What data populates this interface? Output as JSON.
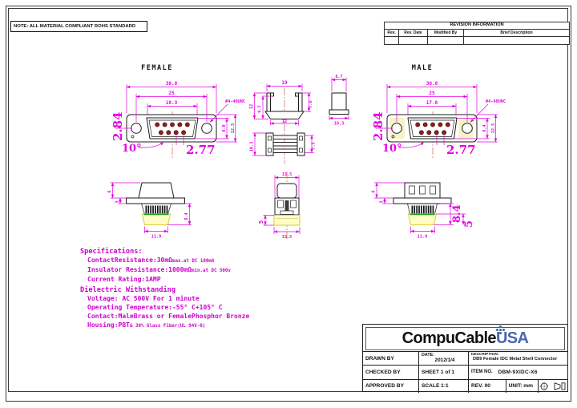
{
  "note": {
    "text": "NOTE: ALL MATERIAL COMPLIANT ROHS STANDARD"
  },
  "revision_table": {
    "title": "REVISION INFORMATION",
    "columns": [
      "Rev.",
      "Rev. Date",
      "Modified By",
      "Brief Description"
    ]
  },
  "views": {
    "female_front": {
      "label": "FEMALE",
      "dim_total_width": "30.8",
      "dim_hole_span": "25",
      "dim_d_width": "18.3",
      "thread_callout": "#4-40UNC",
      "dim_hole": "2.84",
      "dim_angle": "10°",
      "dim_pitch": "2.77",
      "dim_d_height": "8.0",
      "dim_flange_height": "12.5"
    },
    "male_front": {
      "label": "MALE",
      "dim_total_width": "30.8",
      "dim_hole_span": "25",
      "dim_d_width": "17.8",
      "thread_callout": "#4-40UNC",
      "dim_hole": "2.84",
      "dim_angle": "10°",
      "dim_pitch": "2.77",
      "dim_d_height": "9.4",
      "dim_flange_height": "12.5"
    },
    "strain_relief_front": {
      "dim_width": "19",
      "dim_height": "12",
      "dim_inner_height": "9.7",
      "dim_wall_height": "7.6",
      "dim_bottom_width": "12"
    },
    "cap_side": {
      "dim_top_width": "8.7",
      "dim_bottom_width": "10.3"
    },
    "strain_relief_side": {
      "dim_height": "10.3",
      "dim_inner_height": "7.5"
    },
    "female_side": {
      "dim_top": "6",
      "dim_flange": "3",
      "dim_bottom": "8.4",
      "dim_width": "11.9"
    },
    "end_view": {
      "dim_top_width": "13.5",
      "dim_height": "5",
      "dim_bottom_width": "13.5"
    },
    "male_side": {
      "dim_top": "6",
      "dim_flange": "3",
      "dim_bottom": "8.4",
      "dim_idc": "5",
      "dim_width": "11.9"
    }
  },
  "specs": {
    "heading": "Specifications:",
    "items": [
      {
        "main": "ContactResistance:30mΩ",
        "small": "max.at DC 100mA"
      },
      {
        "main": "Insulator Resistance:1000mΩ",
        "small": "min.at DC 500v"
      },
      {
        "main": "Current Rating:1AMP",
        "small": ""
      }
    ],
    "heading2": "Dielectric Withstanding",
    "items2": [
      {
        "main": "Voltage: AC 500V For 1 minute",
        "small": ""
      },
      {
        "main": "Operating Temperature:-55° C+105° C",
        "small": ""
      },
      {
        "main": "Contact:MaleBrass or FemalePhosphor Bronze",
        "small": ""
      },
      {
        "main": "Housing:PBT",
        "small": "& 30% Glass Fiber(UL 94V-0)"
      }
    ]
  },
  "title_block": {
    "logo_black": "CompuCable",
    "logo_blue": "USA",
    "drawn_by": "DRAWN BY",
    "checked_by": "CHECKED BY",
    "approved_by": "APPROVED BY",
    "date_label": "DATE:",
    "date_value": "2012/1/4",
    "sheet": "SHEET 1 of 1",
    "scale": "SCALE 1:1",
    "description_label": "DESCRIPTION:",
    "description_value": "DB9 Female IDC Metal Shell Connector",
    "item_label": "ITEM NO.",
    "item_value": "DBM-9XIDC-X6",
    "rev": "REV. 00",
    "unit": "UNIT: mm"
  }
}
